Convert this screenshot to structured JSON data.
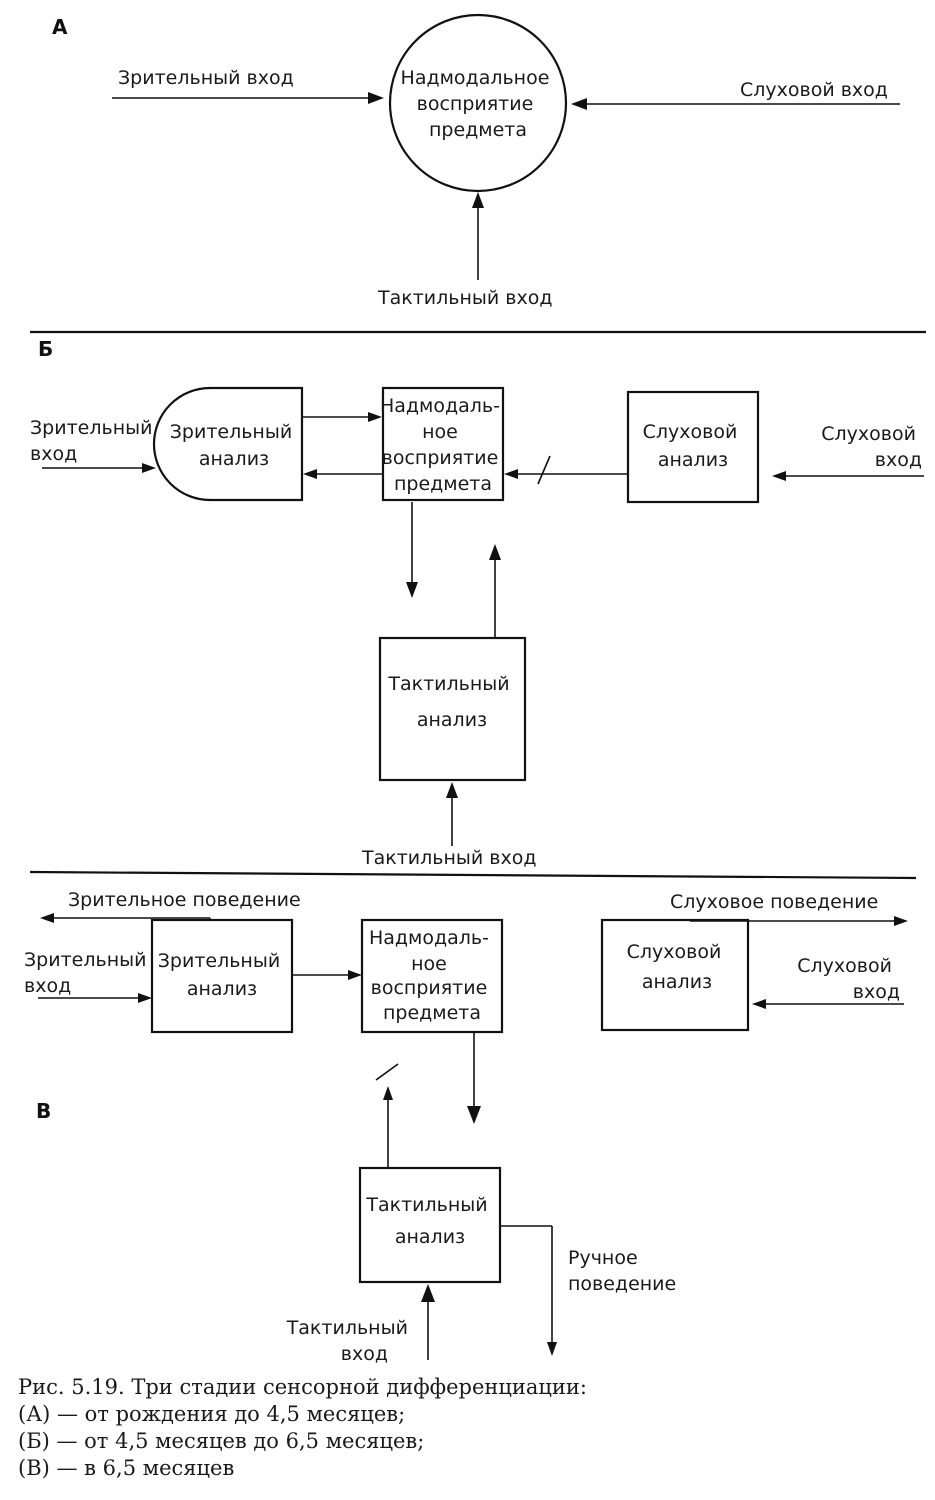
{
  "sections": {
    "a": {
      "letter": "А",
      "center": [
        "Надмодальное",
        "восприятие",
        "предмета"
      ],
      "visual_input": "Зрительный вход",
      "auditory_input": "Слуховой вход",
      "tactile_input": "Тактильный вход"
    },
    "b": {
      "letter": "Б",
      "visual_input": [
        "Зрительный",
        "вход"
      ],
      "visual_analysis": [
        "Зрительный",
        "анализ"
      ],
      "center": [
        "Надмодаль-",
        "ное",
        "восприятие",
        "предмета"
      ],
      "auditory_analysis": [
        "Слуховой",
        "анализ"
      ],
      "auditory_input": [
        "Слуховой",
        "вход"
      ],
      "tactile_analysis": [
        "Тактильный",
        "анализ"
      ],
      "tactile_input": "Тактильный вход"
    },
    "c": {
      "letter": "В",
      "visual_behavior": "Зрительное поведение",
      "auditory_behavior": "Слуховое поведение",
      "visual_input": [
        "Зрительный",
        "вход"
      ],
      "visual_analysis": [
        "Зрительный",
        "анализ"
      ],
      "center": [
        "Надмодаль-",
        "ное",
        "восприятие",
        "предмета"
      ],
      "auditory_analysis": [
        "Слуховой",
        "анализ"
      ],
      "auditory_input": [
        "Слуховой",
        "вход"
      ],
      "tactile_analysis": [
        "Тактильный",
        "анализ"
      ],
      "manual_behavior": [
        "Ручное",
        "поведение"
      ],
      "tactile_input": [
        "Тактильный",
        "вход"
      ]
    }
  },
  "caption": [
    "Рис. 5.19. Три стадии сенсорной дифференциации:",
    "(А) — от рождения до 4,5 месяцев;",
    "(Б) — от 4,5 месяцев до 6,5 месяцев;",
    "(В) — в 6,5 месяцев"
  ]
}
